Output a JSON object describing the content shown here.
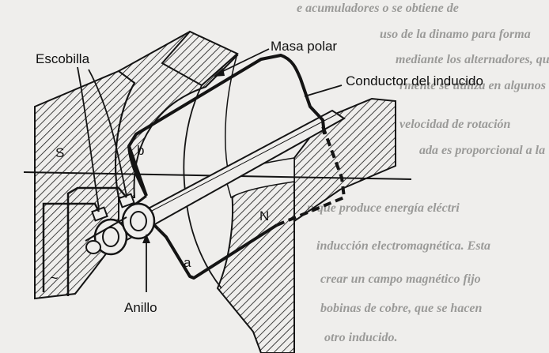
{
  "labels": {
    "escobilla": "Escobilla",
    "masa_polar": "Masa polar",
    "conductor": "Conductor del inducido",
    "s_pole": "S",
    "n_pole": "N",
    "side_b": "b",
    "side_a": "a",
    "anillo": "Anillo",
    "ac_symbol": "~"
  },
  "background_text": [
    "e acumuladores o se obtiene de",
    "uso de la dinamo para forma",
    "mediante los alternadores, que",
    "rmente se utiliza en algunos",
    "velocidad de rotación",
    "ada es proporcional a la",
    "n que produce energía eléctri",
    "inducción electromagnética. Esta",
    "crear un campo magnético fijo",
    "bobinas de cobre, que se hacen",
    "otro inducido."
  ],
  "colors": {
    "ink": "#141414",
    "paper": "#efeeec",
    "faded_text": "#9a9a98"
  }
}
